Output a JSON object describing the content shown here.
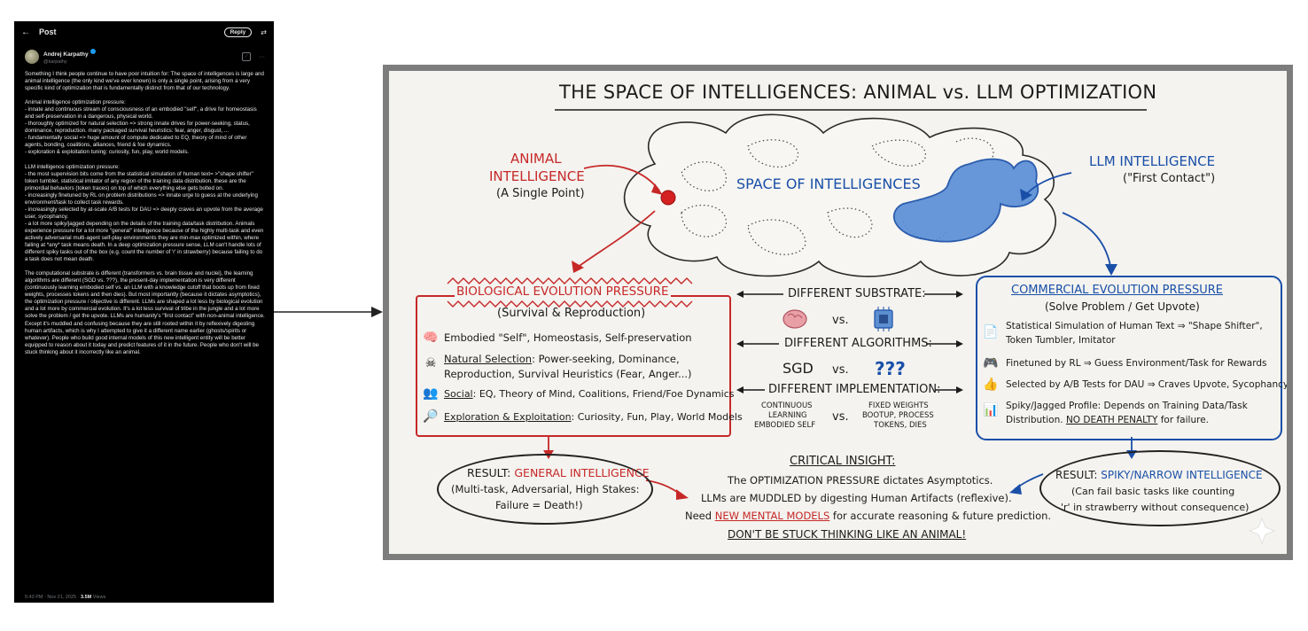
{
  "tweet": {
    "header_title": "Post",
    "reply_label": "Reply",
    "author_name": "Andrej Karpathy",
    "author_handle": "@karpathy",
    "paragraphs": [
      "Something I think people continue to have poor intuition for: The space of intelligences is large and animal intelligence (the only kind we've ever known) is only a single point, arising from a very specific kind of optimization that is fundamentally distinct from that of our technology.",
      "Animal intelligence optimization pressure:\n- innate and continuous stream of consciousness of an embodied \"self\", a drive for homeostasis and self-preservation in a dangerous, physical world.\n- thoroughly optimized for natural selection => strong innate drives for power-seeking, status, dominance, reproduction. many packaged survival heuristics: fear, anger, disgust, ...\n- fundamentally social => huge amount of compute dedicated to EQ, theory of mind of other agents, bonding, coalitions, alliances, friend & foe dynamics.\n- exploration & exploitation tuning: curiosity, fun, play, world models.",
      "LLM intelligence optimization pressure:\n- the most supervision bits come from the statistical simulation of human text= >\"shape shifter\" token tumbler, statistical imitator of any region of the training data distribution. these are the primordial behaviors (token traces) on top of which everything else gets bolted on.\n- increasingly finetuned by RL on problem distributions => innate urge to guess at the underlying environment/task to collect task rewards.\n- increasingly selected by at-scale A/B tests for DAU => deeply craves an upvote from the average user, sycophancy.\n- a lot more spiky/jagged depending on the details of the training data/task distribution. Animals experience pressure for a lot more \"general\" intelligence because of the highly multi-task and even actively adversarial multi-agent self-play environments they are min-max optimized within, where failing at *any* task means death. In a deep optimization pressure sense, LLM can't handle lots of different spiky tasks out of the box (e.g. count the number of 'r' in strawberry) because failing to do a task does not mean death.",
      "The computational substrate is different (transformers vs. brain tissue and nuclei), the learning algorithms are different (SGD vs. ???), the present-day implementation is very different (continuously learning embodied self vs. an LLM with a knowledge cutoff that boots up from fixed weights, processes tokens and then dies). But most importantly (because it dictates asymptotics), the optimization pressure / objective is different. LLMs are shaped a lot less by biological evolution and a lot more by commercial evolution. It's a lot less survival of tribe in the jungle and a lot more solve the problem / get the upvote. LLMs are humanity's \"first contact\" with non-animal intelligence. Except it's muddled and confusing because they are still rooted within it by reflexively digesting human artifacts, which is why I attempted to give it a different name earlier (ghosts/spirits or whatever). People who build good internal models of this new intelligent entity will be better equipped to reason about it today and predict features of it in the future. People who don't will be stuck thinking about it incorrectly like an animal."
    ],
    "timestamp": "5:43 PM · Nov 21, 2025 · ",
    "views_count": "3.5M",
    "views_label": " Views"
  },
  "board": {
    "title": "THE SPACE OF INTELLIGENCES: ANIMAL vs. LLM OPTIMIZATION",
    "space_label": "SPACE OF INTELLIGENCES",
    "animal_label_1": "ANIMAL",
    "animal_label_2": "INTELLIGENCE",
    "animal_label_3": "(A Single Point)",
    "llm_label_1": "LLM INTELLIGENCE",
    "llm_label_2": "(\"First Contact\")",
    "bio": {
      "title": "BIOLOGICAL EVOLUTION PRESSURE",
      "subtitle": "(Survival & Reproduction)",
      "item1": "Embodied \"Self\", Homeostasis, Self-preservation",
      "item2_ul": "Natural Selection",
      "item2_a": ": Power-seeking, Dominance,",
      "item2_b": "Reproduction, Survival Heuristics (Fear, Anger...)",
      "item3_ul": "Social",
      "item3_a": ": EQ, Theory of Mind, Coalitions, Friend/Foe Dynamics",
      "item4_ul": "Exploration & Exploitation",
      "item4_a": ": Curiosity, Fun, Play, World Models"
    },
    "middle": {
      "substrate": "DIFFERENT SUBSTRATE:",
      "vs1": "vs.",
      "algorithms": "DIFFERENT ALGORITHMS:",
      "sgd": "SGD",
      "vs2": "vs.",
      "qqq": "???",
      "implementation": "DIFFERENT IMPLEMENTATION:",
      "left_1": "CONTINUOUS",
      "left_2": "LEARNING",
      "left_3": "EMBODIED SELF",
      "vs3": "vs.",
      "right_1": "FIXED WEIGHTS",
      "right_2": "BOOTUP, PROCESS",
      "right_3": "TOKENS, DIES"
    },
    "commercial": {
      "title": "COMMERCIAL EVOLUTION PRESSURE",
      "subtitle": "(Solve Problem / Get Upvote)",
      "item1_a": "Statistical Simulation of Human Text ⇒ \"Shape Shifter\",",
      "item1_b": "Token Tumbler, Imitator",
      "item2": "Finetuned by RL ⇒ Guess Environment/Task for Rewards",
      "item3": "Selected by A/B Tests for DAU ⇒ Craves Upvote, Sycophancy",
      "item4_a": "Spiky/Jagged Profile: Depends on Training Data/Task",
      "item4_b1": "Distribution. ",
      "item4_ul": "NO DEATH PENALTY",
      "item4_b2": " for failure."
    },
    "result_left": {
      "prefix": "RESULT: ",
      "title": "GENERAL INTELLIGENCE",
      "line2": "(Multi-task, Adversarial, High Stakes:",
      "line3": "Failure = Death!)"
    },
    "critical": {
      "title": "CRITICAL INSIGHT:",
      "line1": "The OPTIMIZATION PRESSURE dictates Asymptotics.",
      "line2": "LLMs are MUDDLED by digesting Human Artifacts (reflexive).",
      "line3_a": "Need ",
      "line3_ul": "NEW MENTAL MODELS",
      "line3_b": " for accurate reasoning & future prediction.",
      "line4": "DON'T BE STUCK THINKING LIKE AN ANIMAL!"
    },
    "result_right": {
      "prefix": "RESULT: ",
      "title": "SPIKY/NARROW INTELLIGENCE",
      "line2": "(Can fail basic tasks like counting",
      "line3": "'r' in strawberry without consequence)"
    }
  },
  "colors": {
    "red": "#c62828",
    "blue": "#1a4fa8",
    "ink": "#1b1b1b",
    "board": "#f4f3ef",
    "frame": "#7d7d7d"
  }
}
